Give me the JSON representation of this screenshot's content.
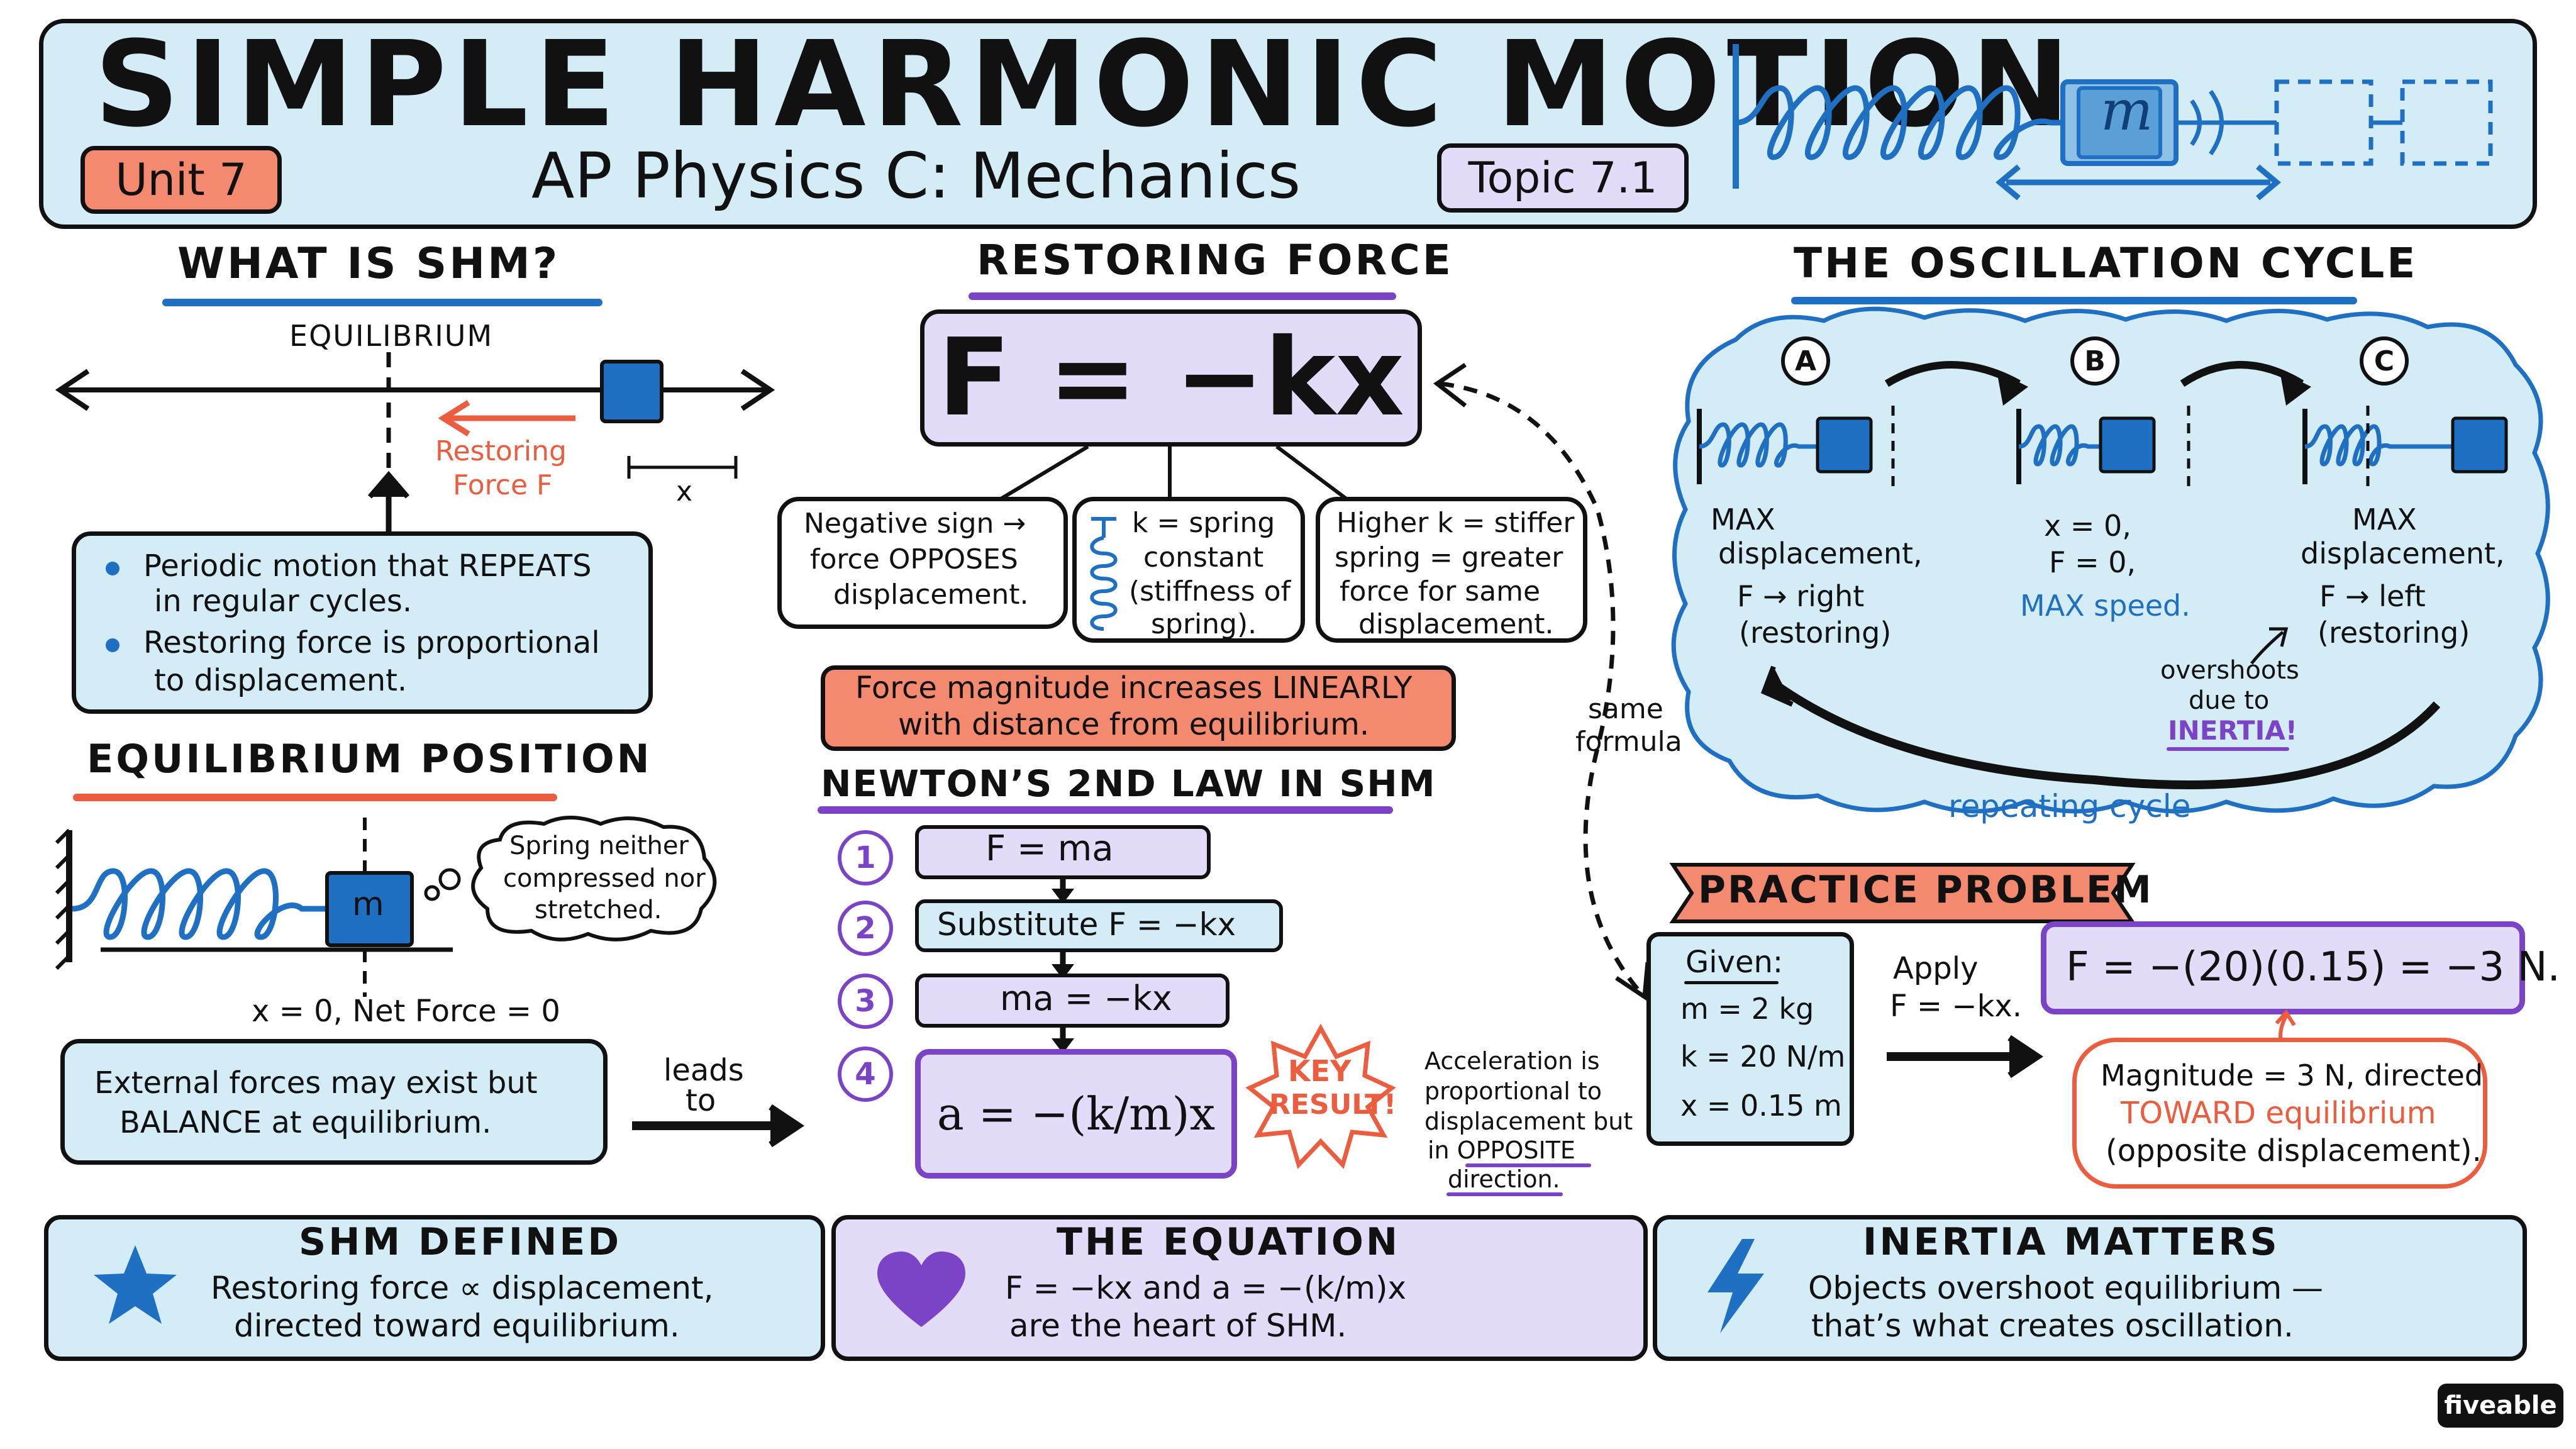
{
  "header": {
    "title": "SIMPLE HARMONIC MOTION",
    "unit": "Unit 7",
    "course": "AP Physics C: Mechanics",
    "topic": "Topic 7.1",
    "mass_label": "m"
  },
  "what_is_shm": {
    "title": "WHAT IS SHM?",
    "equilibrium_label": "EQUILIBRIUM",
    "restoring_label_1": "Restoring",
    "restoring_label_2": "Force F",
    "x_label": "x",
    "bullet_1a": "Periodic motion that REPEATS",
    "bullet_1b": "in regular cycles.",
    "bullet_2a": "Restoring force is proportional",
    "bullet_2b": "to displacement."
  },
  "equilibrium_position": {
    "title": "EQUILIBRIUM POSITION",
    "mass_label": "m",
    "thought_1": "Spring neither",
    "thought_2": "compressed nor",
    "thought_3": "stretched.",
    "net_force": "x = 0, Net Force = 0",
    "note_1": "External forces may exist but",
    "note_2": "BALANCE at equilibrium.",
    "leads_1": "leads",
    "leads_2": "to"
  },
  "restoring_force": {
    "title": "RESTORING FORCE",
    "equation": "F = −kx",
    "box1_1": "Negative sign →",
    "box1_2": "force OPPOSES",
    "box1_3": "displacement.",
    "box2_1": "k = spring",
    "box2_2": "constant",
    "box2_3": "(stiffness of",
    "box2_4": "spring).",
    "box3_1": "Higher k = stiffer",
    "box3_2": "spring = greater",
    "box3_3": "force for same",
    "box3_4": "displacement.",
    "linear_1": "Force magnitude increases LINEARLY",
    "linear_2": "with distance from equilibrium.",
    "same_1": "same",
    "same_2": "formula"
  },
  "newtons_law": {
    "title": "NEWTON’S 2ND LAW IN SHM",
    "steps": [
      {
        "num": "1",
        "text": "F = ma"
      },
      {
        "num": "2",
        "text": "Substitute F = −kx"
      },
      {
        "num": "3",
        "text": "ma = −kx"
      },
      {
        "num": "4",
        "text": "a = −(k/m)x"
      }
    ],
    "key_1": "KEY",
    "key_2": "RESULT!",
    "accel_1": "Acceleration is",
    "accel_2": "proportional to",
    "accel_3": "displacement but",
    "accel_4": "in OPPOSITE",
    "accel_5": "direction."
  },
  "oscillation": {
    "title": "THE OSCILLATION CYCLE",
    "a_label": "A",
    "b_label": "B",
    "c_label": "C",
    "a_1": "MAX",
    "a_2": "displacement,",
    "a_3": "F → right",
    "a_4": "(restoring)",
    "b_1": "x = 0,",
    "b_2": "F = 0,",
    "b_3": "MAX speed.",
    "c_1": "MAX",
    "c_2": "displacement,",
    "c_3": "F → left",
    "c_4": "(restoring)",
    "overshoot_1": "overshoots",
    "overshoot_2": "due to",
    "overshoot_3": "INERTIA!",
    "repeat": "repeating cycle"
  },
  "practice": {
    "title": "PRACTICE PROBLEM",
    "given": "Given:",
    "m": "m = 2 kg",
    "k": "k = 20 N/m",
    "x": "x = 0.15 m",
    "apply_1": "Apply",
    "apply_2": "F = −kx.",
    "result": "F = −(20)(0.15) = −3 N.",
    "mag_1": "Magnitude = 3 N, directed",
    "mag_2": "TOWARD equilibrium",
    "mag_3": "(opposite displacement)."
  },
  "footer": [
    {
      "title": "SHM DEFINED",
      "line1": "Restoring force ∝ displacement,",
      "line2": "directed toward equilibrium."
    },
    {
      "title": "THE EQUATION",
      "line1": "F = −kx and a = −(k/m)x",
      "line2": "are the heart of SHM."
    },
    {
      "title": "INERTIA MATTERS",
      "line1": "Objects overshoot equilibrium —",
      "line2": "that’s what creates oscillation."
    }
  ],
  "brand": "fiveable"
}
